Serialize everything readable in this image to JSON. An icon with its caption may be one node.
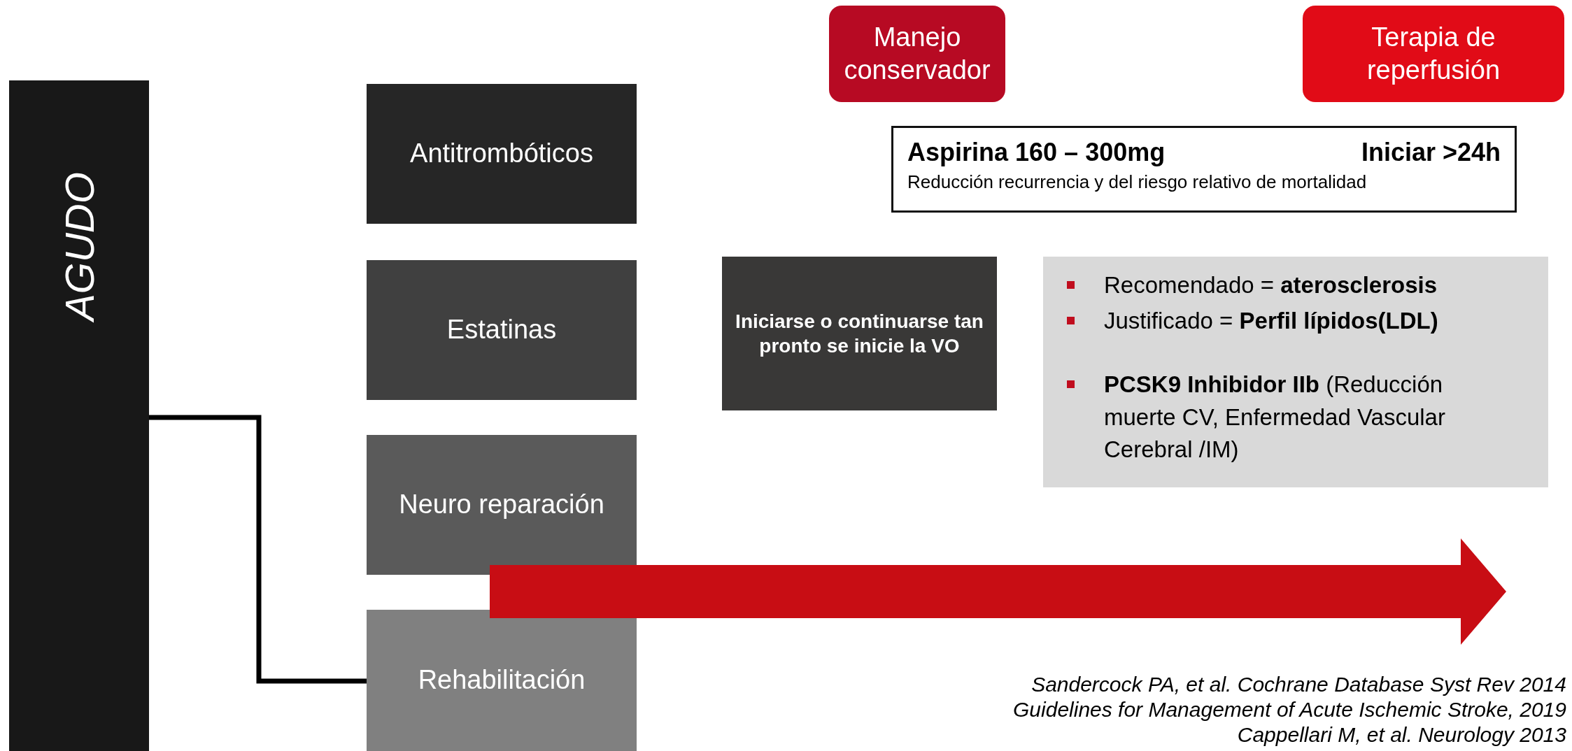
{
  "diagram": {
    "nodes": [
      {
        "text": [
          "AGUDO"
        ]
      },
      {
        "text": [
          "Antitrombóticos"
        ]
      },
      {
        "text": [
          "Estatinas"
        ]
      },
      {
        "text": [
          "Neuro reparación"
        ]
      },
      {
        "text": [
          "Rehabilitación"
        ]
      },
      {
        "text": [
          "Manejo conservador"
        ]
      },
      {
        "text": [
          "Terapia de reperfusión"
        ]
      },
      {
        "text": [
          "Aspirina 160 – 300mg",
          "Iniciar >24h",
          "Reducción recurrencia y del riesgo relativo de mortalidad"
        ]
      },
      {
        "text": [
          "Iniciarse o continuarse tan pronto se inicie la VO"
        ]
      },
      {
        "text": [
          "Recomendado = **aterosclerosis**",
          "Justificado = **Perfil lípidos(LDL)**",
          "**PCSK9 Inhibidor  IIb** (Reducción muerte CV, Enfermedad Vascular Cerebral /IM)"
        ]
      }
    ],
    "edges": [
      {
        "from": 0,
        "to": 4,
        "arrow": "none"
      }
    ],
    "labels": [
      "Sandercock PA, et al. Cochrane Database Syst Rev 2014",
      "Guidelines for Management of Acute Ischemic Stroke, 2019",
      "Cappellari M, et al. Neurology 2013"
    ]
  }
}
